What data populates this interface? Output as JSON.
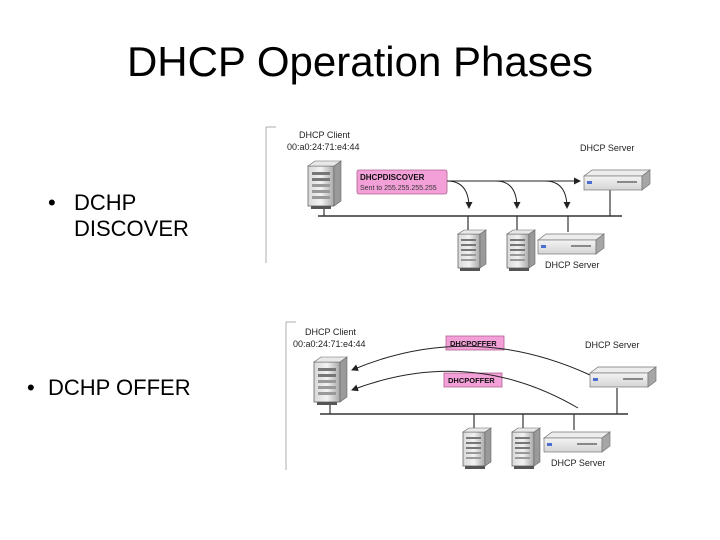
{
  "slide": {
    "title": "DHCP Operation Phases"
  },
  "bullets": {
    "bullet_symbol": "•",
    "discover": "DCHP DISCOVER",
    "offer": "DCHP OFFER"
  },
  "discover_diagram": {
    "client_label": "DHCP Client",
    "client_mac": "00:a0:24:71:e4:44",
    "server_label_top": "DHCP Server",
    "server_label_bottom": "DHCP Server",
    "message_title": "DHCPDISCOVER",
    "message_detail": "Sent to 255.255.255.255",
    "message_color": "#f4a0d8"
  },
  "offer_diagram": {
    "client_label": "DHCP Client",
    "client_mac": "00:a0:24:71:e4:44",
    "server_label_top": "DHCP Server",
    "server_label_bottom": "DHCP Server",
    "message_top": "DHCPOFFER",
    "message_bottom": "DHCPOFFER",
    "message_color": "#f4a0d8"
  }
}
